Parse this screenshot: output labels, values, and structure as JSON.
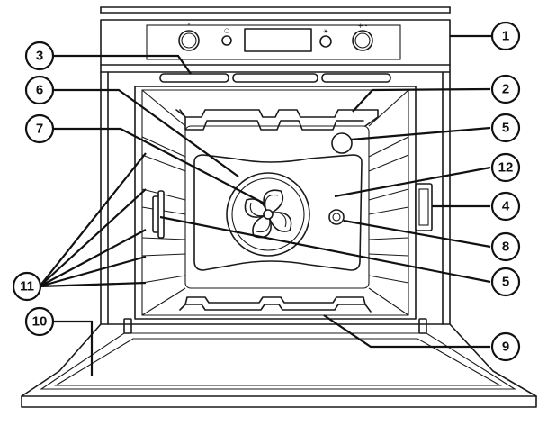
{
  "diagram": {
    "control_panel": {
      "symbols": [
        "°",
        "○",
        "☀",
        "+ -"
      ]
    },
    "callouts": [
      {
        "id": "c1",
        "number": "1"
      },
      {
        "id": "c2",
        "number": "2"
      },
      {
        "id": "c3",
        "number": "3"
      },
      {
        "id": "c4",
        "number": "4"
      },
      {
        "id": "c5a",
        "number": "5"
      },
      {
        "id": "c5b",
        "number": "5"
      },
      {
        "id": "c6",
        "number": "6"
      },
      {
        "id": "c7",
        "number": "7"
      },
      {
        "id": "c8",
        "number": "8"
      },
      {
        "id": "c9",
        "number": "9"
      },
      {
        "id": "c10",
        "number": "10"
      },
      {
        "id": "c11",
        "number": "11"
      },
      {
        "id": "c12",
        "number": "12"
      }
    ]
  }
}
